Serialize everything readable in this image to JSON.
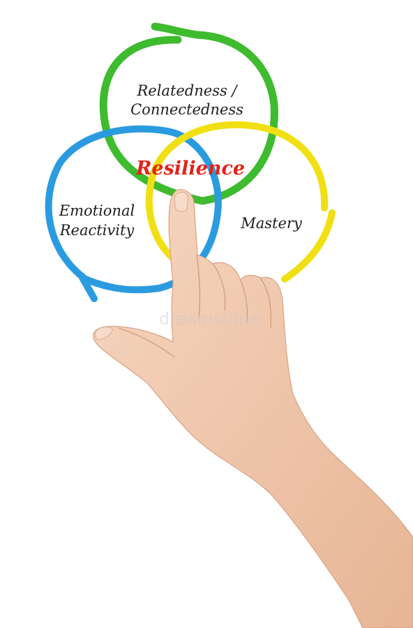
{
  "diagram": {
    "type": "venn",
    "center": {
      "label": "Resilience"
    },
    "circles": [
      {
        "id": "top",
        "lines": [
          "Relatedness /",
          "Connectedness"
        ],
        "color": "#3ebb2e"
      },
      {
        "id": "left",
        "lines": [
          "Emotional",
          "Reactivity"
        ],
        "color": "#2b9be0"
      },
      {
        "id": "right",
        "lines": [
          "Mastery"
        ],
        "color": "#f0e013"
      }
    ]
  },
  "colors": {
    "background": "#ffffff",
    "center_text": "#e2231a",
    "label_text": "#1d1d1d",
    "skin": "#f1c9ae"
  },
  "watermark": {
    "text": "dreamstime"
  },
  "hand": {
    "icon": "pointing-hand-icon",
    "pointing_at": "Resilience"
  }
}
